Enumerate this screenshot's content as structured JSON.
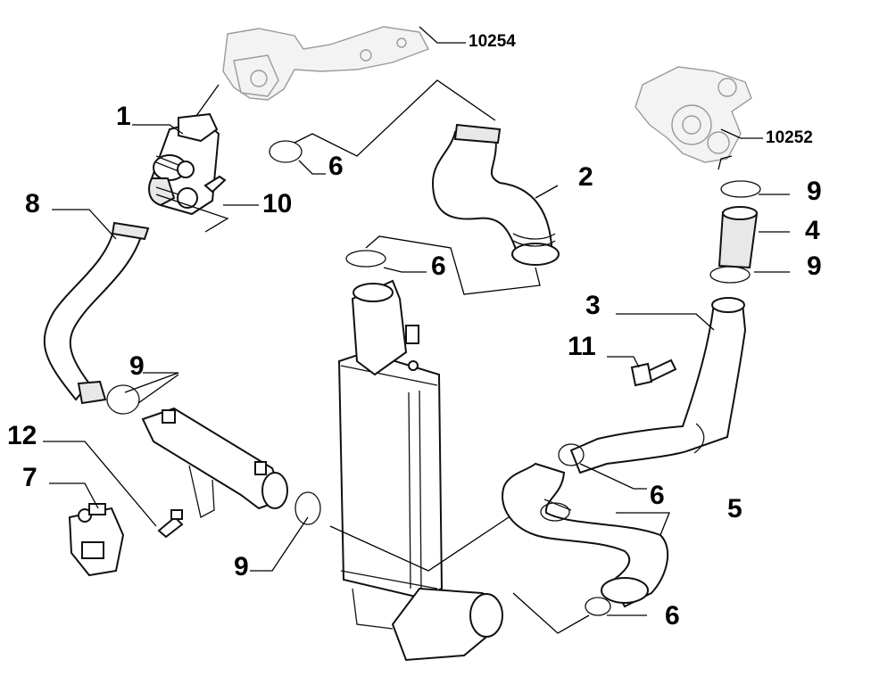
{
  "diagram": {
    "labels": {
      "ref_engine": "10254",
      "ref_turbo": "10252",
      "p1": "1",
      "p2": "2",
      "p3": "3",
      "p4": "4",
      "p5": "5",
      "p6": "6",
      "p7": "7",
      "p8": "8",
      "p9": "9",
      "p10": "10",
      "p11": "11",
      "p12": "12"
    }
  }
}
